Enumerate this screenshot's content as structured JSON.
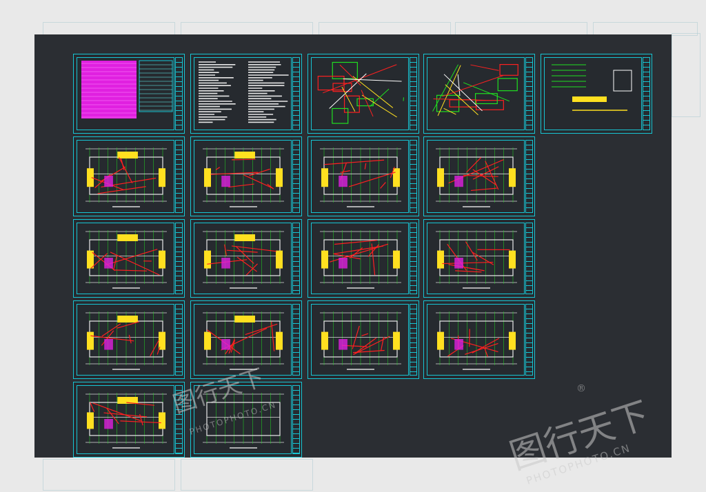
{
  "viewer": {
    "background": "#2b2e33",
    "frame_color": "#17c6d4"
  },
  "sheets": [
    {
      "id": "s1",
      "kind": "table"
    },
    {
      "id": "s2",
      "kind": "notes"
    },
    {
      "id": "s3",
      "kind": "system"
    },
    {
      "id": "s4",
      "kind": "system"
    },
    {
      "id": "s5",
      "kind": "detail"
    },
    {
      "id": "p1",
      "kind": "plan"
    },
    {
      "id": "p2",
      "kind": "plan"
    },
    {
      "id": "p3",
      "kind": "plan"
    },
    {
      "id": "p4",
      "kind": "plan"
    },
    {
      "id": "p5",
      "kind": "plan"
    },
    {
      "id": "p6",
      "kind": "plan"
    },
    {
      "id": "p7",
      "kind": "plan"
    },
    {
      "id": "p8",
      "kind": "plan"
    },
    {
      "id": "p9",
      "kind": "plan"
    },
    {
      "id": "p10",
      "kind": "plan"
    },
    {
      "id": "p11",
      "kind": "plan"
    },
    {
      "id": "p12",
      "kind": "plan"
    },
    {
      "id": "p13",
      "kind": "plan"
    },
    {
      "id": "p14",
      "kind": "roof"
    }
  ],
  "watermark": {
    "text": "图行天下",
    "sub": "PHOTOPHOTO.CN",
    "registered": "®"
  }
}
